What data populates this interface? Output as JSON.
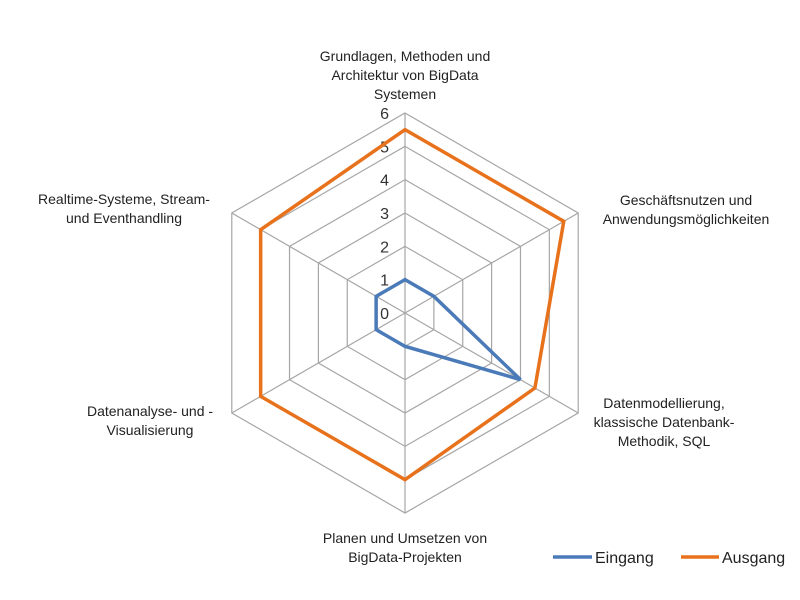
{
  "chart_data": {
    "type": "radar",
    "title": "",
    "axes": [
      "Grundlagen, Methoden und Architektur von BigData Systemen",
      "Geschäftsnutzen und Anwendungsmöglichkeiten",
      "Datenmodellierung, klassische Datenbank-Methodik, SQL",
      "Planen und Umsetzen von BigData-Projekten",
      "Datenanalyse- und -Visualisierung",
      "Realtime-Systeme, Stream- und Eventhandling"
    ],
    "axis_label_lines": [
      [
        "Grundlagen, Methoden und",
        "Architektur von BigData",
        "Systemen"
      ],
      [
        "Geschäftsnutzen und",
        "Anwendungsmöglichkeiten"
      ],
      [
        "Datenmodellierung,",
        "klassische Datenbank-",
        "Methodik, SQL"
      ],
      [
        "Planen und Umsetzen von",
        "BigData-Projekten"
      ],
      [
        "Datenanalyse- und -",
        "Visualisierung"
      ],
      [
        "Realtime-Systeme, Stream-",
        "und Eventhandling"
      ]
    ],
    "range": [
      0,
      6
    ],
    "ticks": [
      "0",
      "1",
      "2",
      "3",
      "4",
      "5",
      "6"
    ],
    "grid": true,
    "legend_position": "bottom-right",
    "series": [
      {
        "name": "Eingang",
        "color": "#4a7ab8",
        "values": [
          1,
          1,
          4,
          1,
          1,
          1
        ]
      },
      {
        "name": "Ausgang",
        "color": "#e8711c",
        "values": [
          5.5,
          5.5,
          4.5,
          5,
          5,
          5
        ]
      }
    ],
    "grid_color": "#a6a6a6"
  }
}
